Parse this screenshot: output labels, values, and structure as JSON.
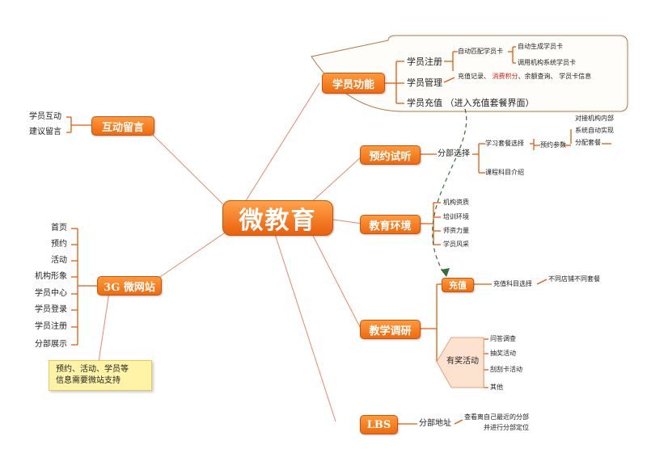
{
  "center": {
    "label": "微教育"
  },
  "xueyuan_gongneng": {
    "label": "学员功能",
    "zhuce": {
      "label": "学员注册",
      "auto_match": "自动匹配学员卡",
      "auto_gen": "自动生成学员卡",
      "call_system": "调用机构系统学员卡"
    },
    "guanli": {
      "label": "学员管理",
      "items": [
        "充值记录、",
        "消费积分",
        "、余额查询、",
        "学员卡信息"
      ]
    },
    "chongzhi": {
      "label": "学员充值 （进入充值套餐界面）"
    }
  },
  "hudong": {
    "label": "互动留言",
    "items": [
      "学员互动",
      "建议留言"
    ]
  },
  "yuyue": {
    "label": "预约试听",
    "branch": "分部选择",
    "taocan": "学习套餐选择",
    "params": "预约参数",
    "system": [
      "对接机构内部",
      "系统自动实现",
      "分配套餐"
    ],
    "course": "课程科目介绍"
  },
  "huanjing": {
    "label": "教育环境",
    "items": [
      "机构资质",
      "培训环境",
      "师资力量",
      "学员风采"
    ]
  },
  "weizhan": {
    "label": "3G 微网站",
    "items": [
      "首页",
      "预约",
      "活动",
      "机构形象",
      "学员中心",
      "学员登录",
      "学员注册",
      "分部展示"
    ],
    "note": [
      "预约、活动、学员等",
      "信息需要微站支持"
    ]
  },
  "diaoyan": {
    "label": "教学调研",
    "chongzhi": {
      "label": "充值",
      "subject": "充值科目选择",
      "store": "不同店铺不同套餐"
    },
    "youjiang": {
      "label": "有奖活动",
      "items": [
        "问答调查",
        "抽奖活动",
        "刮刮卡活动",
        "其他"
      ]
    }
  },
  "lbs": {
    "label": "LBS",
    "address": "分部地址",
    "desc": [
      "查看离自己最近的分部",
      "并进行分部定位"
    ]
  },
  "colors": {
    "node": "#ee6a10",
    "line": "#e07a4a",
    "bracket": "#e55a0a",
    "dashed": "#3a6b3f",
    "note": "#fff3a8"
  }
}
